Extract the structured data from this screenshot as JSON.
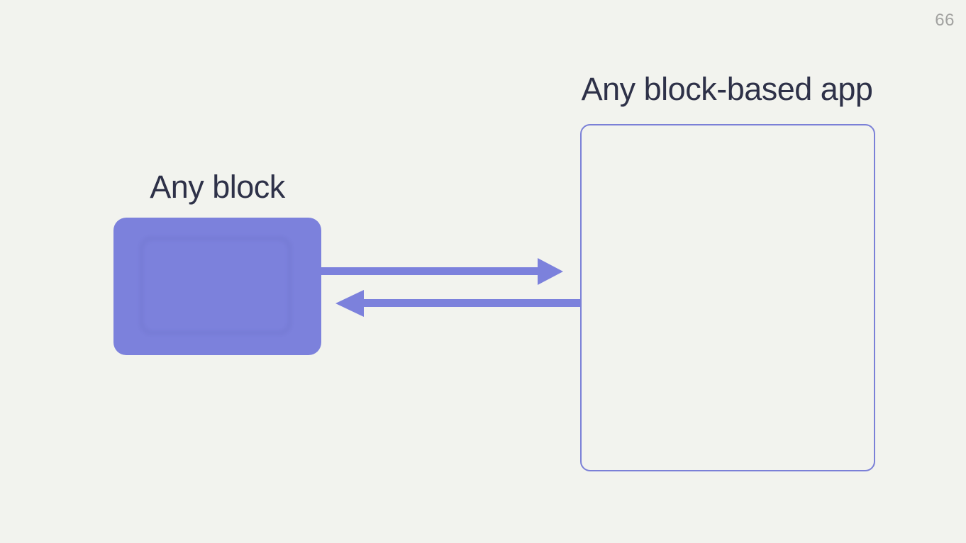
{
  "page": {
    "number": "66"
  },
  "diagram": {
    "block_label": "Any block",
    "app_label": "Any block-based app",
    "arrows": [
      {
        "name": "arrow-right-icon",
        "direction": "right",
        "from": "any-block",
        "to": "any-block-based-app"
      },
      {
        "name": "arrow-left-icon",
        "direction": "left",
        "from": "any-block-based-app",
        "to": "any-block"
      }
    ],
    "colors": {
      "background": "#F2F3EE",
      "accent_purple": "#7C81DC",
      "box_border_purple": "#7B80D7",
      "heading_text": "#2E3148",
      "page_number_gray": "#A2A2A0"
    }
  }
}
